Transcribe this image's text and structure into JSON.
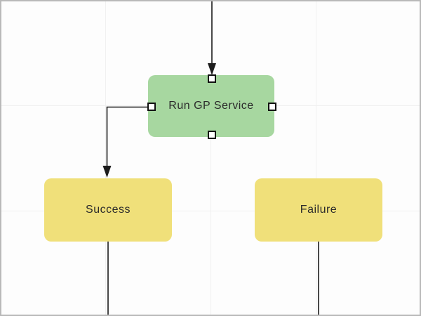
{
  "diagram": {
    "background": "#fdfdfd",
    "border_color": "#b9b9b9",
    "grid_color": "#f0f0f0",
    "line_color": "#1c1c1c",
    "nodes": [
      {
        "id": "run-gp-service",
        "label": "Run GP Service",
        "fill": "#a7d7a0",
        "text_color": "#2b2b2b",
        "selected": true
      },
      {
        "id": "success",
        "label": "Success",
        "fill": "#f0e07a",
        "text_color": "#2b2b2b",
        "selected": false
      },
      {
        "id": "failure",
        "label": "Failure",
        "fill": "#f0e07a",
        "text_color": "#2b2b2b",
        "selected": false
      }
    ],
    "connectors": [
      {
        "from": "top-edge",
        "to": "run-gp-service",
        "arrow": true
      },
      {
        "from": "run-gp-service",
        "to": "success",
        "arrow": true
      },
      {
        "from": "success",
        "to": "bottom-edge",
        "arrow": false
      },
      {
        "from": "failure",
        "to": "bottom-edge",
        "arrow": false
      }
    ],
    "selection_handles": [
      "top",
      "right",
      "bottom",
      "left"
    ]
  }
}
